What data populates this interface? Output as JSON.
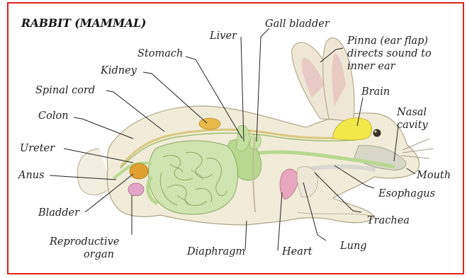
{
  "title": "RABBIT (MAMMAL)",
  "labels": {
    "gall_bladder": "Gall bladder",
    "liver": "Liver",
    "stomach": "Stomach",
    "kidney": "Kidney",
    "spinal_cord": "Spinal cord",
    "colon": "Colon",
    "ureter": "Ureter",
    "anus": "Anus",
    "bladder": "Bladder",
    "reproductive_1": "Reproductive",
    "reproductive_2": "organ",
    "diaphragm": "Diaphragm",
    "heart": "Heart",
    "lung": "Lung",
    "trachea": "Trachea",
    "esophagus": "Esophagus",
    "mouth": "Mouth",
    "nasal_1": "Nasal",
    "nasal_2": "cavity",
    "brain": "Brain",
    "pinna_1": "Pinna (ear flap)",
    "pinna_2": "directs sound to",
    "pinna_3": "inner ear"
  },
  "colors": {
    "frame": "#e0231c",
    "body_fill": "#f1ecd8",
    "organ_green": "#b8d890",
    "brain_yellow": "#f2e84a",
    "kidney_orange": "#e8b84a",
    "bladder_orange": "#e0a030",
    "heart_pink": "#e7a7bf",
    "reproductive_pink": "#e4a6c8"
  }
}
